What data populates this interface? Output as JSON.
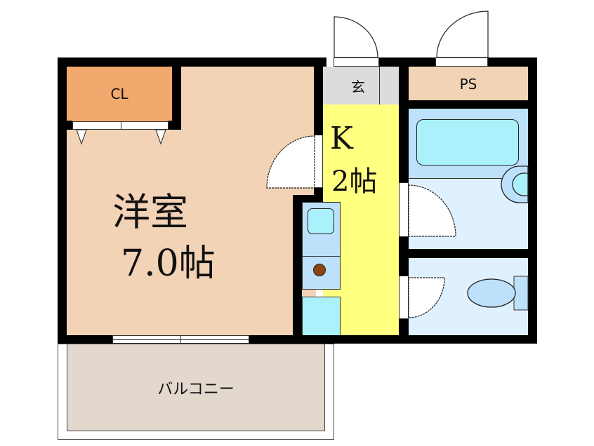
{
  "plan": {
    "rooms": {
      "western_room": {
        "name": "洋室",
        "size": "7.0帖",
        "color": "#f3d3b5"
      },
      "closet": {
        "label": "CL",
        "color": "#f2a96e"
      },
      "entrance": {
        "label": "玄",
        "color": "#dcdcdc"
      },
      "pipe_space": {
        "label": "PS",
        "color": "#f3d3b5"
      },
      "kitchen": {
        "name": "K",
        "size": "2帖",
        "color": "#ffff80"
      },
      "bathroom": {
        "color": "#dff1ff",
        "fixture_color": "#bde0fb",
        "tub_color": "#aaf1fb"
      },
      "toilet": {
        "color": "#dff1ff"
      },
      "balcony": {
        "label": "バルコニー",
        "color": "#e3d8ce"
      }
    },
    "colors": {
      "wall": "#000000",
      "door": "#ffffff",
      "stove": "#8b4513"
    }
  }
}
